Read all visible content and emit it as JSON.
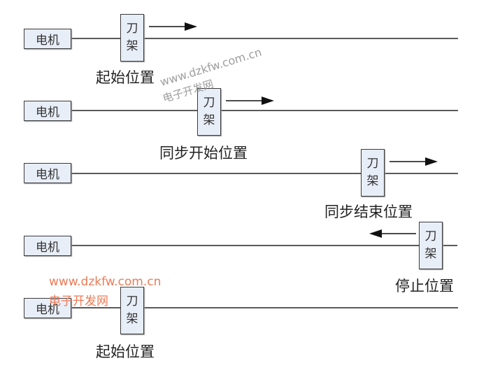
{
  "diagram": {
    "rows": [
      {
        "motor_label": "电机",
        "tool_label": [
          "刀",
          "架"
        ],
        "position_label": "起始位置",
        "arrow_direction": "right"
      },
      {
        "motor_label": "电机",
        "tool_label": [
          "刀",
          "架"
        ],
        "position_label": "同步开始位置",
        "arrow_direction": "right"
      },
      {
        "motor_label": "电机",
        "tool_label": [
          "刀",
          "架"
        ],
        "position_label": "同步结束位置",
        "arrow_direction": "right"
      },
      {
        "motor_label": "电机",
        "tool_label": [
          "刀",
          "架"
        ],
        "position_label": "停止位置",
        "arrow_direction": "left"
      },
      {
        "motor_label": "电机",
        "tool_label": [
          "刀",
          "架"
        ],
        "position_label": "起始位置",
        "arrow_direction": "none"
      }
    ]
  },
  "watermarks": {
    "gray": {
      "url": "www.dzkfw.com.cn",
      "name": "电子开发网"
    },
    "orange": {
      "url": "www.dzkfw.com.cn",
      "name": "电子开发网"
    }
  },
  "colors": {
    "box_fill": "#e8eef8",
    "line": "#5a5a5a",
    "watermark_orange": "#ee7a55"
  }
}
